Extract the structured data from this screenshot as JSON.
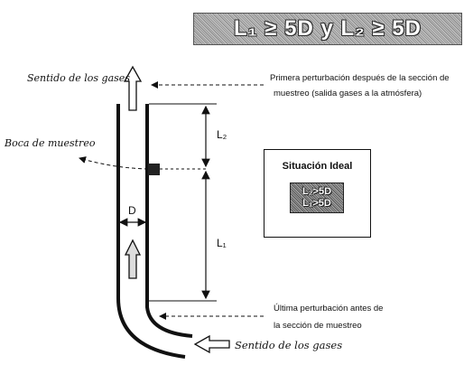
{
  "title": "L₁ ≥ 5D y L₂ ≥ 5D",
  "labels": {
    "gas_direction_top": "Sentido de los gases",
    "gas_direction_bottom": "Sentido de los gases",
    "sampling_port": "Boca de muestreo",
    "diameter": "D",
    "length_upper": "L₂",
    "length_lower": "L₁",
    "first_disturbance_line1": "Primera perturbación después de la sección de",
    "first_disturbance_line2": "muestreo (salida gases a la atmósfera)",
    "last_disturbance_line1": "Última perturbación antes de",
    "last_disturbance_line2": "la sección de muestreo"
  },
  "ideal_box": {
    "heading": "Situación Ideal",
    "line1": "L₂>5D",
    "line2": "L₁>5D"
  }
}
